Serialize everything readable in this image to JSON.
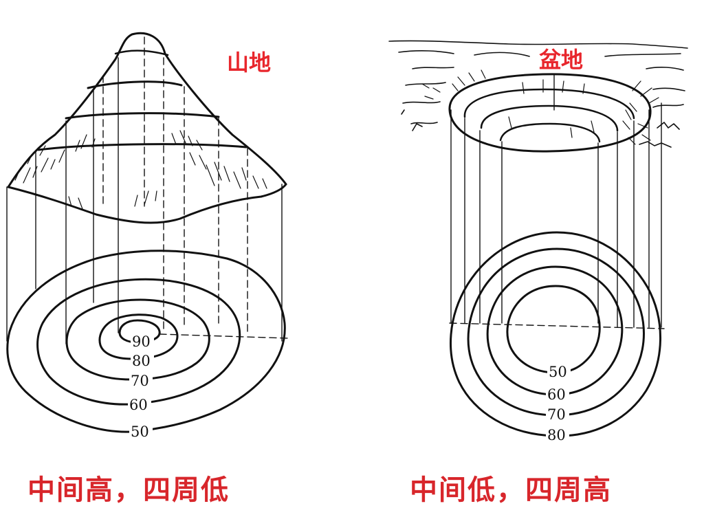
{
  "mountain": {
    "title": "山地",
    "caption": "中间高，四周低",
    "contour_labels": [
      "90",
      "80",
      "70",
      "60",
      "50"
    ]
  },
  "basin": {
    "title": "盆地",
    "caption": "中间低，四周高",
    "contour_labels": [
      "50",
      "60",
      "70",
      "80"
    ]
  },
  "colors": {
    "caption": "#d8262b",
    "title": "#e8262c",
    "line": "#111111"
  }
}
